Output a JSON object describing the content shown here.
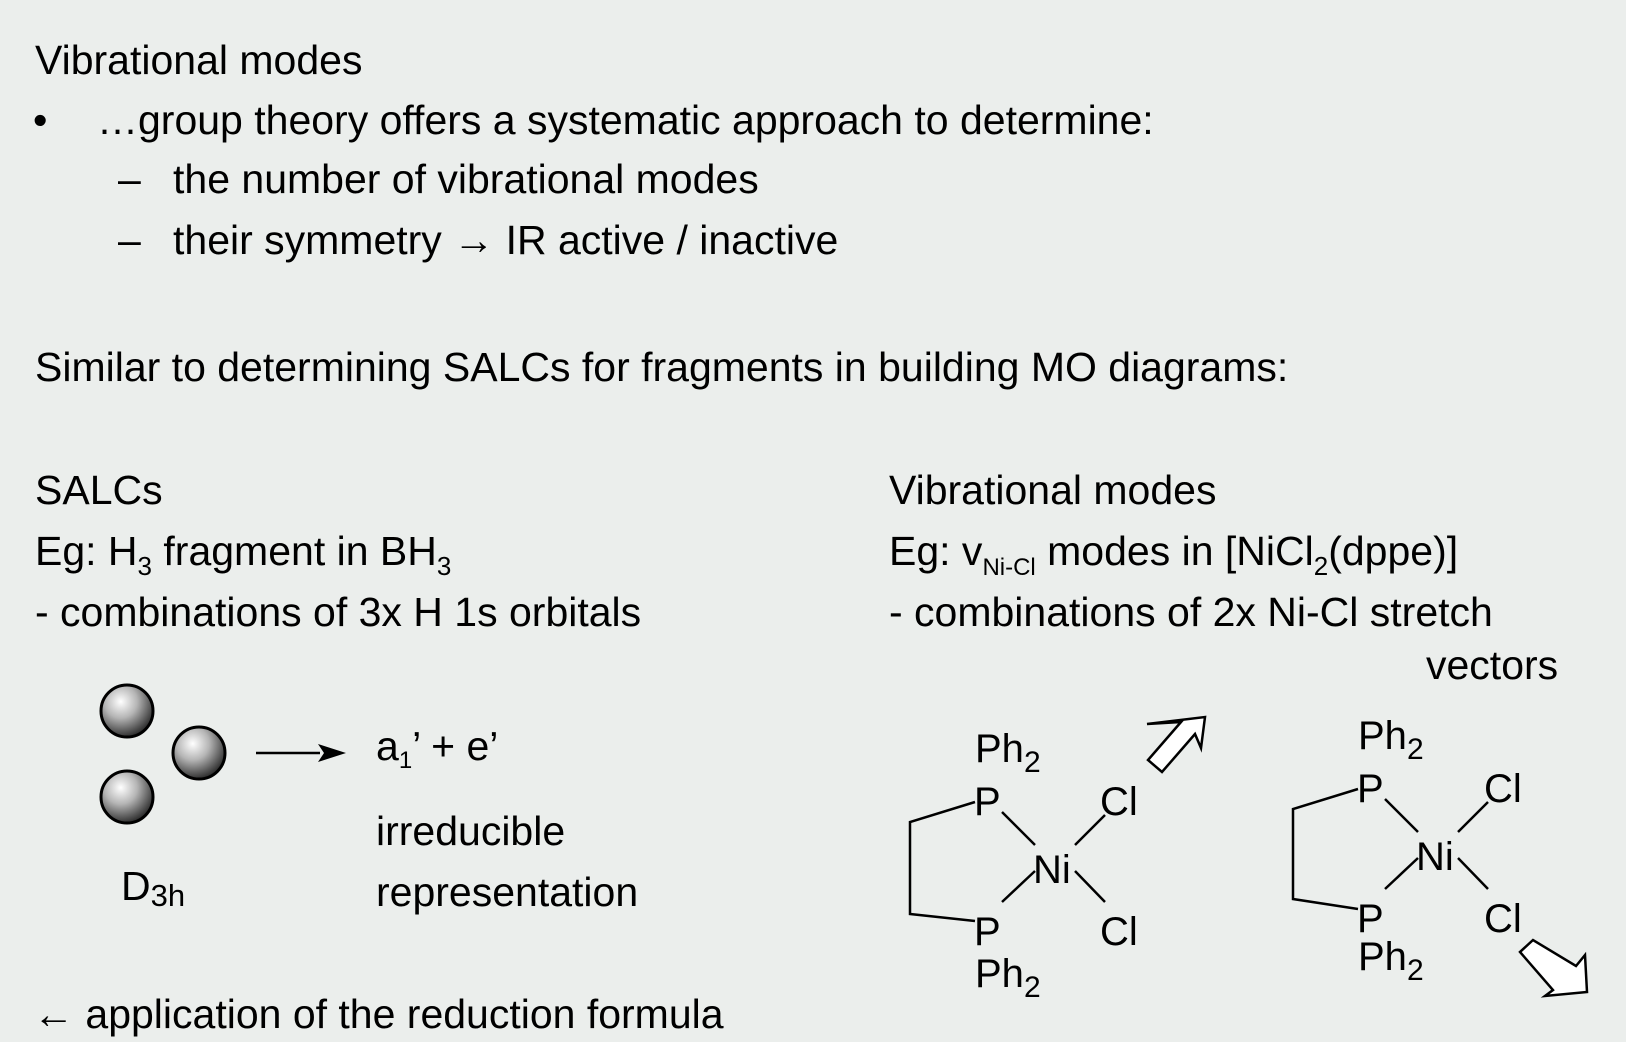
{
  "heading": "Vibrational modes",
  "bullet": {
    "marker": "•",
    "text": "…group theory offers a systematic approach to determine:",
    "subitems": [
      {
        "dash": "–",
        "text": "the number of vibrational modes"
      },
      {
        "dash": "–",
        "text": "their symmetry → IR active / inactive"
      }
    ]
  },
  "similar_line": "Similar to determining SALCs for fragments in building MO diagrams:",
  "salcs": {
    "title": "SALCs",
    "eg_prefix": "Eg: H",
    "eg_sub1": "3",
    "eg_mid": " fragment in BH",
    "eg_sub2": "3",
    "combos": "- combinations of 3x H 1s orbitals",
    "point_group_main": "D",
    "point_group_sub": "3h",
    "result_a": "a",
    "result_sub": "1",
    "result_rest": "’ + e’",
    "irr_line1": "irreducible",
    "irr_line2": "representation"
  },
  "vib": {
    "title": "Vibrational modes",
    "eg_prefix": "Eg: v",
    "eg_sub": "Ni-Cl",
    "eg_mid": " modes in [NiCl",
    "eg_sub2": "2",
    "eg_end": "(dppe)]",
    "combos": "- combinations of 2x Ni-Cl stretch",
    "vectors": "vectors"
  },
  "molecule": {
    "ph": "Ph",
    "ph_sub": "2",
    "p": "P",
    "ni": "Ni",
    "cl": "Cl"
  },
  "footer": "← application of the reduction formula",
  "colors": {
    "background": "#ebeeec",
    "text": "#000000"
  }
}
